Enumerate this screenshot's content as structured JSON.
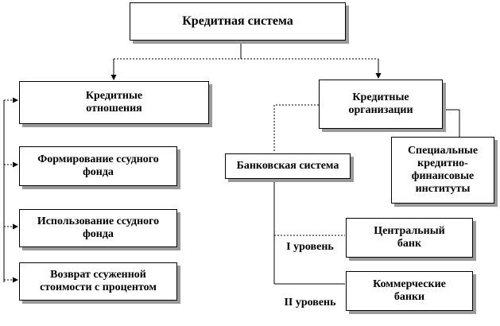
{
  "diagram": {
    "root": "Кредитная система",
    "left": {
      "credit_relations": "Кредитные отношения",
      "loan_fund_formation": "Формирование ссудного фонда",
      "loan_fund_use": "Использование ссудного фонда",
      "loan_return": "Возврат ссуженной стоимости с процентом"
    },
    "right": {
      "credit_organizations": "Кредитные организации",
      "banking_system": "Банковская система",
      "special_institutions": "Специальные кредитно-финансовые институты",
      "level_1_label": "I уровень",
      "central_bank": "Центральный банк",
      "level_2_label": "II уровень",
      "commercial_banks": "Коммерческие банки"
    }
  }
}
